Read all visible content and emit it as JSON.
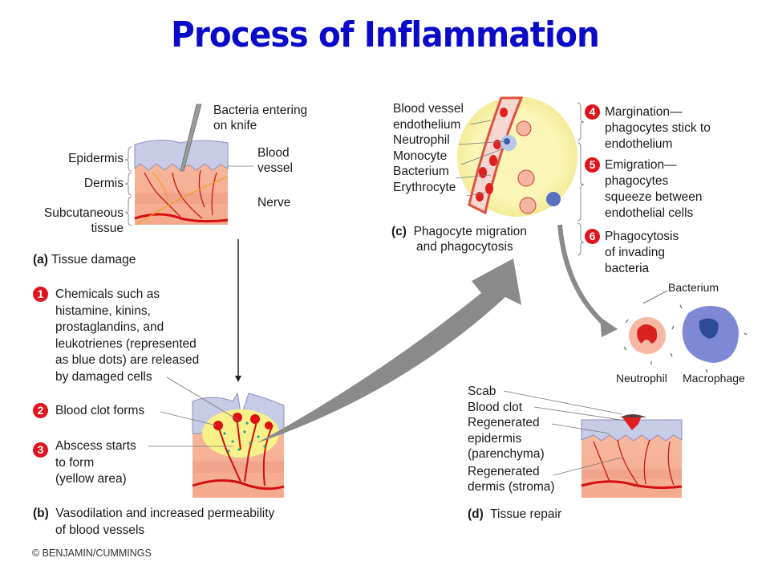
{
  "title": "Process of Inflammation",
  "panel_a": {
    "caption_letter": "(a)",
    "caption": "Tissue damage",
    "labels": {
      "bacteria": [
        "Bacteria entering",
        "on knife"
      ],
      "epidermis": "Epidermis",
      "dermis": "Dermis",
      "subcutaneous": [
        "Subcutaneous",
        "tissue"
      ],
      "blood_vessel": [
        "Blood",
        "vessel"
      ],
      "nerve": "Nerve"
    }
  },
  "steps": [
    {
      "n": "1",
      "lines": [
        "Chemicals such as",
        "histamine, kinins,",
        "prostaglandins, and",
        "leukotrienes (represented",
        "as blue dots) are released",
        "by damaged cells"
      ]
    },
    {
      "n": "2",
      "lines": [
        "Blood clot forms"
      ]
    },
    {
      "n": "3",
      "lines": [
        "Abscess starts",
        "to form",
        "(yellow area)"
      ]
    },
    {
      "n": "4",
      "lines": [
        "Margination—",
        "phagocytes stick to",
        "endothelium"
      ]
    },
    {
      "n": "5",
      "lines": [
        "Emigration—",
        "phagocytes",
        "squeeze between",
        "endothelial cells"
      ]
    },
    {
      "n": "6",
      "lines": [
        "Phagocytosis",
        "of invading",
        "bacteria"
      ]
    }
  ],
  "panel_b": {
    "caption_letter": "(b)",
    "caption": [
      "Vasodilation and increased permeability",
      "of blood vessels"
    ]
  },
  "panel_c": {
    "caption_letter": "(c)",
    "caption": [
      "Phagocyte migration",
      "and phagocytosis"
    ],
    "labels": [
      "Blood vessel",
      "endothelium",
      "Neutrophil",
      "Monocyte",
      "Bacterium",
      "Erythrocyte"
    ]
  },
  "cells": {
    "bacterium": "Bacterium",
    "neutrophil": "Neutrophil",
    "macrophage": "Macrophage"
  },
  "panel_d": {
    "caption_letter": "(d)",
    "caption": "Tissue repair",
    "labels": [
      "Scab",
      "Blood clot",
      "Regenerated",
      "epidermis",
      "(parenchyma)",
      "Regenerated",
      "dermis (stroma)"
    ]
  },
  "copyright": "© BENJAMIN/CUMMINGS",
  "colors": {
    "title": "#0a0ac8",
    "step_badge": "#e0141e",
    "arrow": "#8a8a8a"
  }
}
